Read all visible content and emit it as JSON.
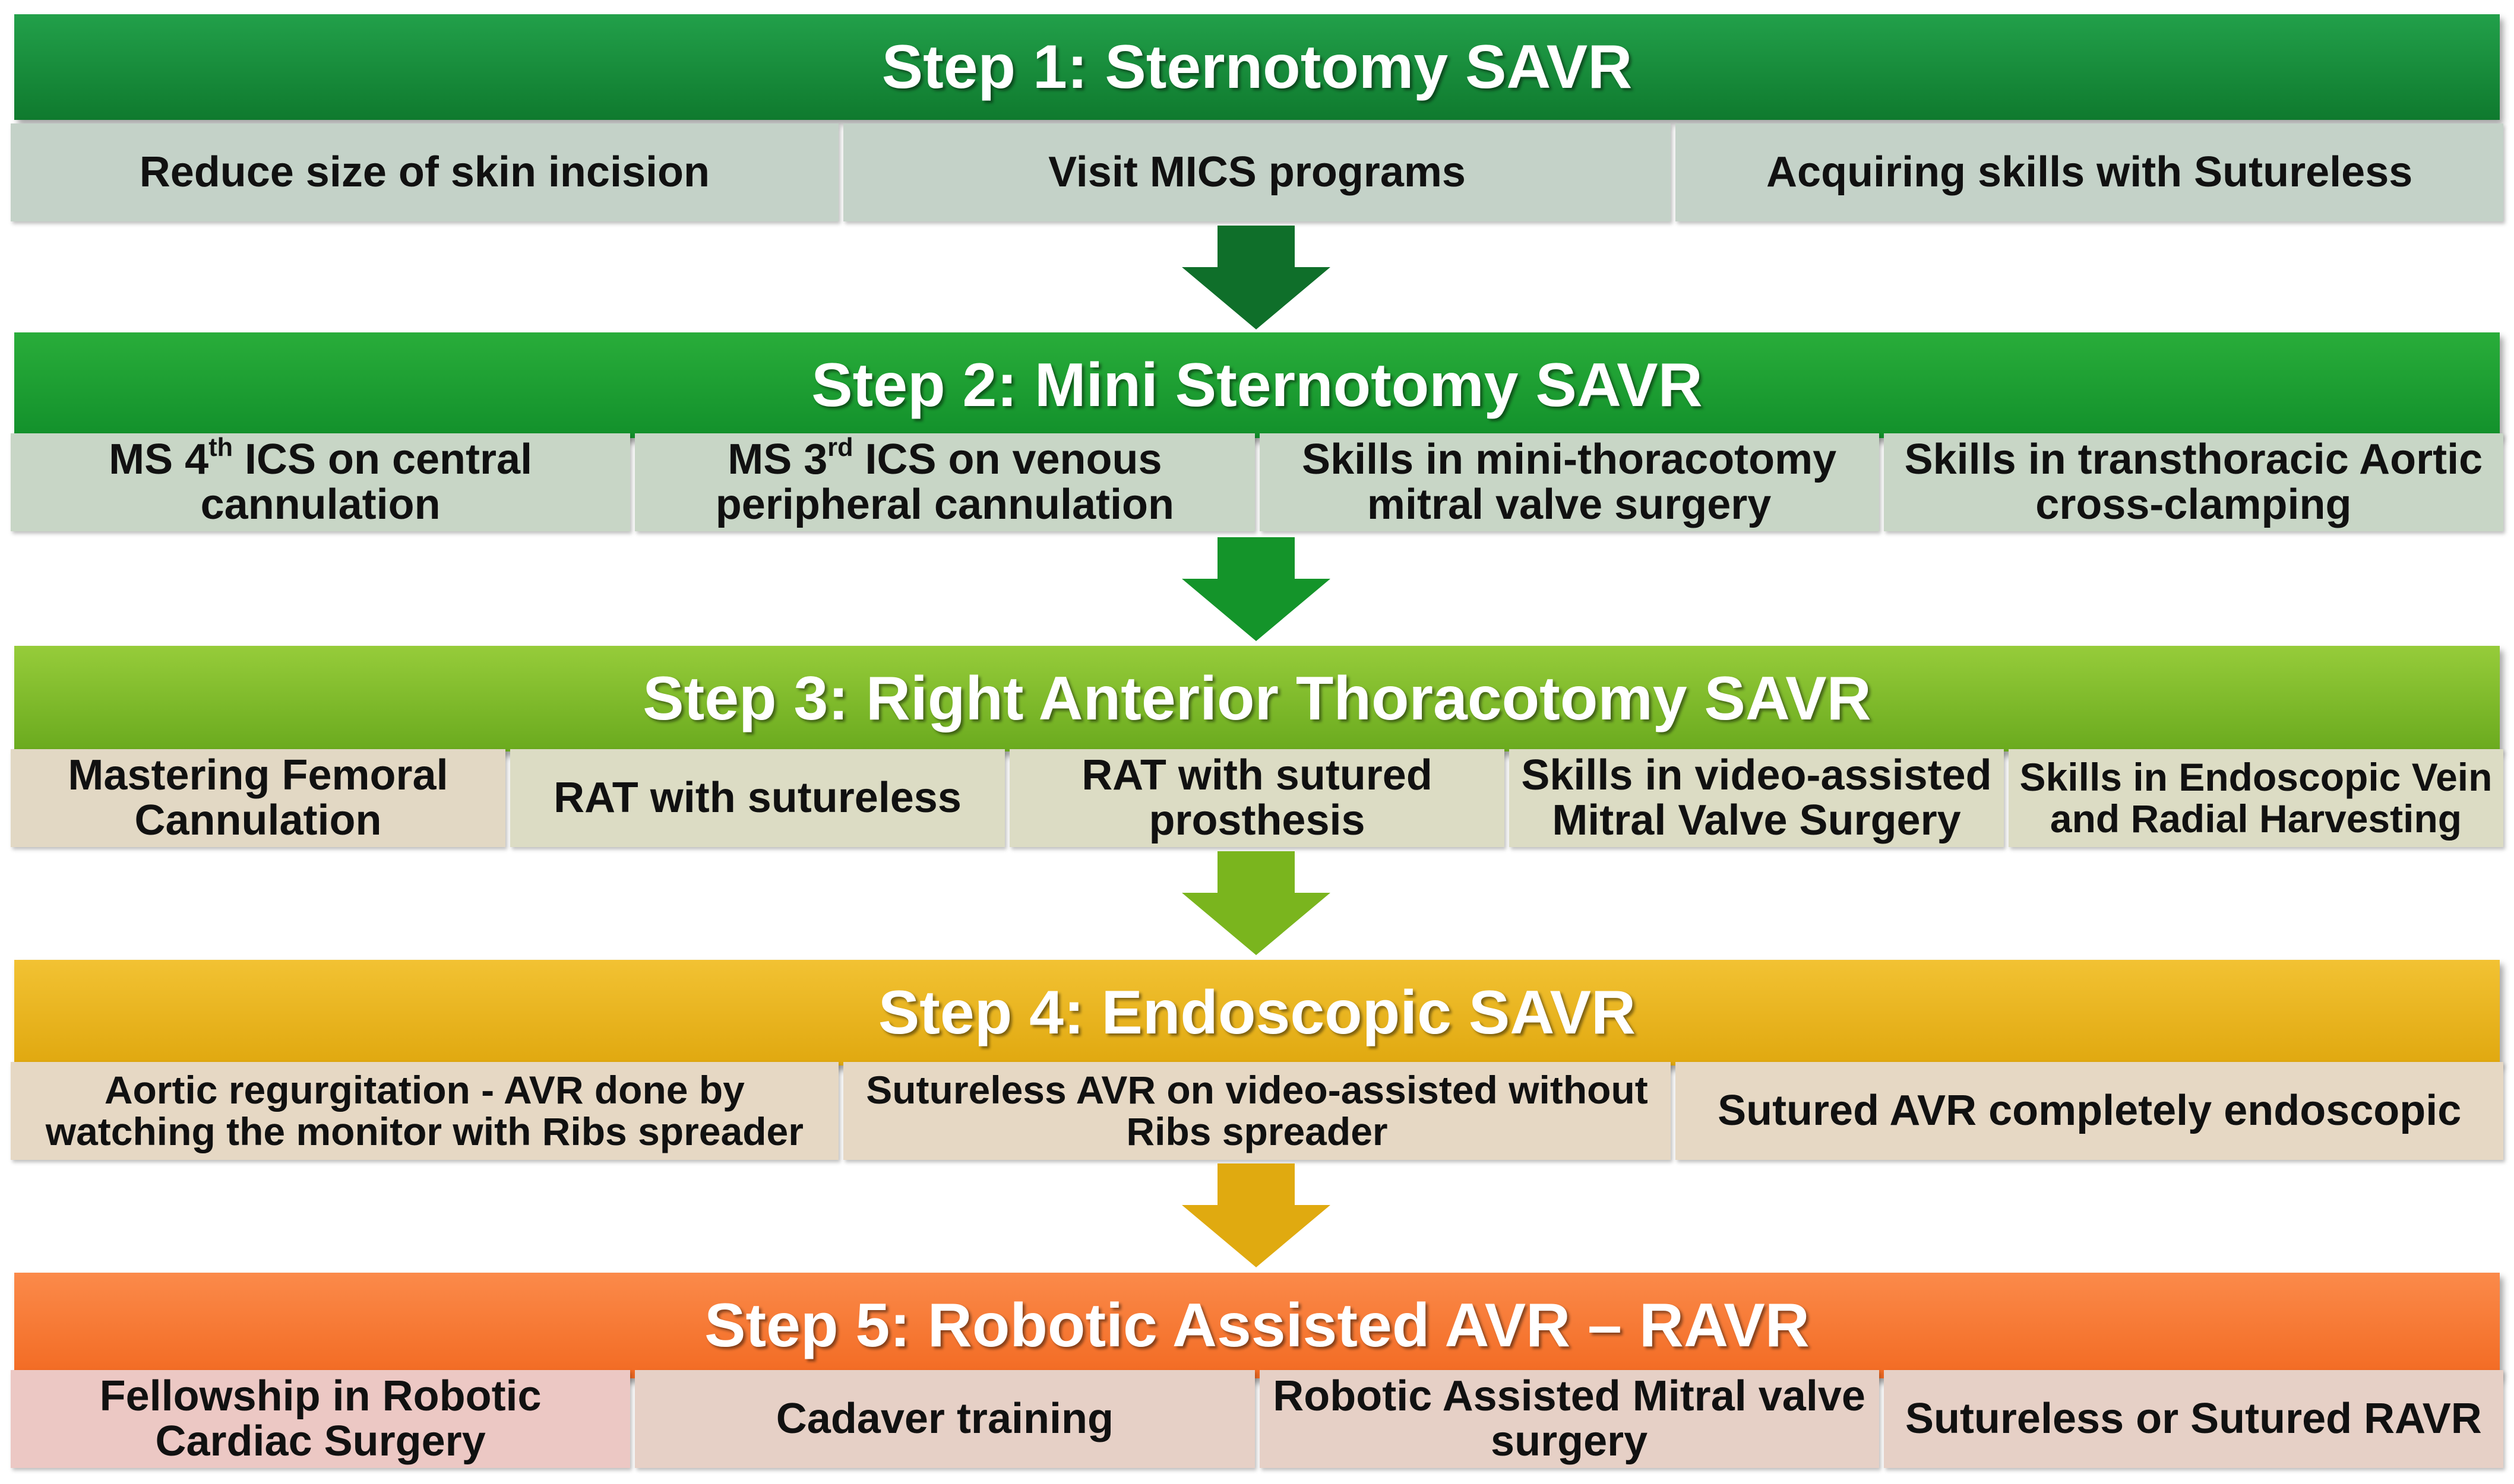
{
  "steps": [
    {
      "title": "Step 1: Sternotomy SAVR",
      "items": [
        "Reduce size of skin incision",
        "Visit MICS programs",
        "Acquiring skills with Sutureless"
      ]
    },
    {
      "title": "Step 2: Mini Sternotomy SAVR",
      "items": [
        {
          "pre": "MS 4",
          "sup": "th",
          "post": " ICS on central cannulation"
        },
        {
          "pre": "MS 3",
          "sup": "rd",
          "post": " ICS on venous peripheral cannulation"
        },
        "Skills in mini-thoracotomy mitral valve surgery",
        "Skills in transthoracic Aortic cross-clamping"
      ]
    },
    {
      "title": "Step 3: Right Anterior Thoracotomy SAVR",
      "items": [
        "Mastering Femoral Cannulation",
        "RAT with sutureless",
        "RAT with sutured prosthesis",
        "Skills in video-assisted Mitral Valve Surgery",
        "Skills in Endoscopic Vein and Radial Harvesting"
      ]
    },
    {
      "title": "Step 4: Endoscopic SAVR",
      "items": [
        "Aortic regurgitation - AVR done by watching the monitor with Ribs spreader",
        "Sutureless AVR on video-assisted without Ribs spreader",
        "Sutured AVR completely endoscopic"
      ]
    },
    {
      "title": "Step 5: Robotic Assisted AVR – RAVR",
      "items": [
        "Fellowship in Robotic Cardiac Surgery",
        "Cadaver training",
        "Robotic Assisted Mitral valve surgery",
        "Sutureless or Sutured RAVR"
      ]
    }
  ],
  "colors": {
    "step1": "#128a35",
    "step2": "#1a9a30",
    "step3": "#7cb92a",
    "step4": "#e6b01a",
    "step5": "#f47a34",
    "arrow1": "#0f7a2e",
    "arrow2": "#14942a",
    "arrow3": "#7ab51e",
    "arrow4": "#e0aa10"
  }
}
